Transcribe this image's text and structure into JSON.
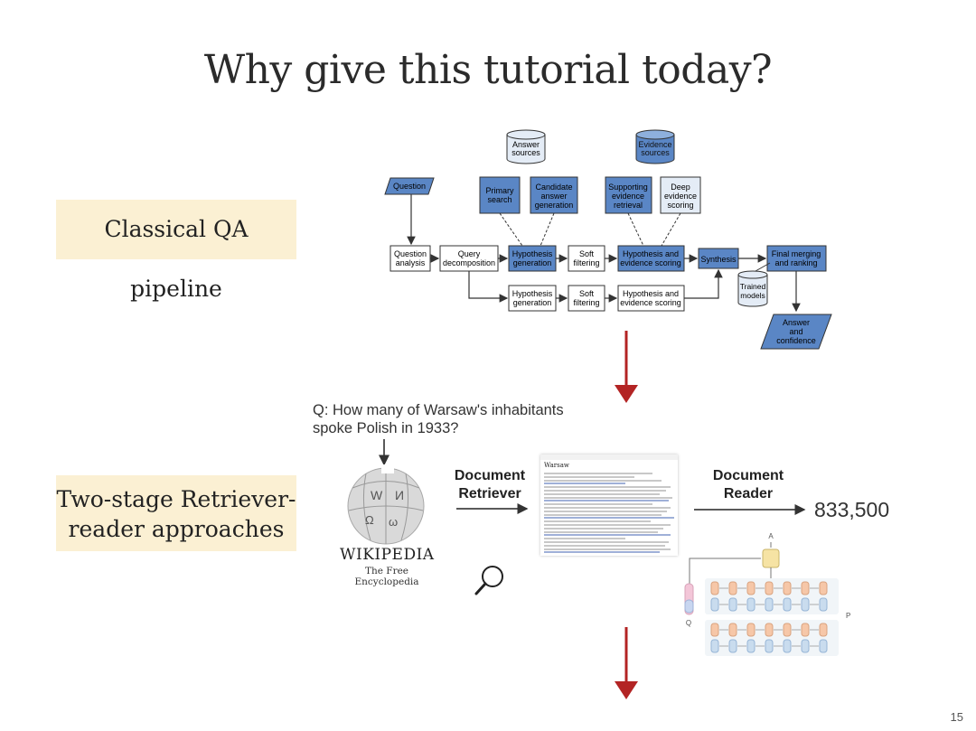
{
  "slide": {
    "title": "Why give this tutorial today?",
    "page_number": "15"
  },
  "labels": {
    "classical": "Classical QA pipeline",
    "two_stage_line1": "Two-stage Retriever-",
    "two_stage_line2": "reader approaches"
  },
  "pipeline": {
    "answer_sources": [
      "Answer",
      "sources"
    ],
    "evidence_sources": [
      "Evidence",
      "sources"
    ],
    "question": "Question",
    "primary_search": [
      "Primary",
      "search"
    ],
    "candidate_answer": [
      "Candidate",
      "answer",
      "generation"
    ],
    "supporting_evidence": [
      "Supporting",
      "evidence",
      "retrieval"
    ],
    "deep_evidence": [
      "Deep",
      "evidence",
      "scoring"
    ],
    "question_analysis": [
      "Question",
      "analysis"
    ],
    "query_decomposition": [
      "Query",
      "decomposition"
    ],
    "hypothesis_generation": [
      "Hypothesis",
      "generation"
    ],
    "soft_filtering": [
      "Soft",
      "filtering"
    ],
    "hypothesis_evidence": [
      "Hypothesis and",
      "evidence scoring"
    ],
    "synthesis": "Synthesis",
    "final_merging": [
      "Final merging",
      "and ranking"
    ],
    "trained_models": [
      "Trained",
      "models"
    ],
    "answer_confidence": [
      "Answer",
      "and",
      "confidence"
    ]
  },
  "retriever": {
    "question_line1": "Q:  How many of Warsaw's inhabitants",
    "question_line2": "spoke Polish in 1933?",
    "doc_retriever": [
      "Document",
      "Retriever"
    ],
    "doc_reader": [
      "Document",
      "Reader"
    ],
    "answer": "833,500",
    "wiki_name": "WIKIPEDIA",
    "wiki_tagline": "The Free Encyclopedia",
    "doc_title": "Warsaw",
    "reader_labels": {
      "a": "A",
      "q": "Q",
      "p": "P"
    }
  },
  "colors": {
    "label_bg": "#fbf0d3",
    "box_blue": "#5a86c5",
    "box_light": "#e4ecf6",
    "arrow_red": "#b32424"
  }
}
